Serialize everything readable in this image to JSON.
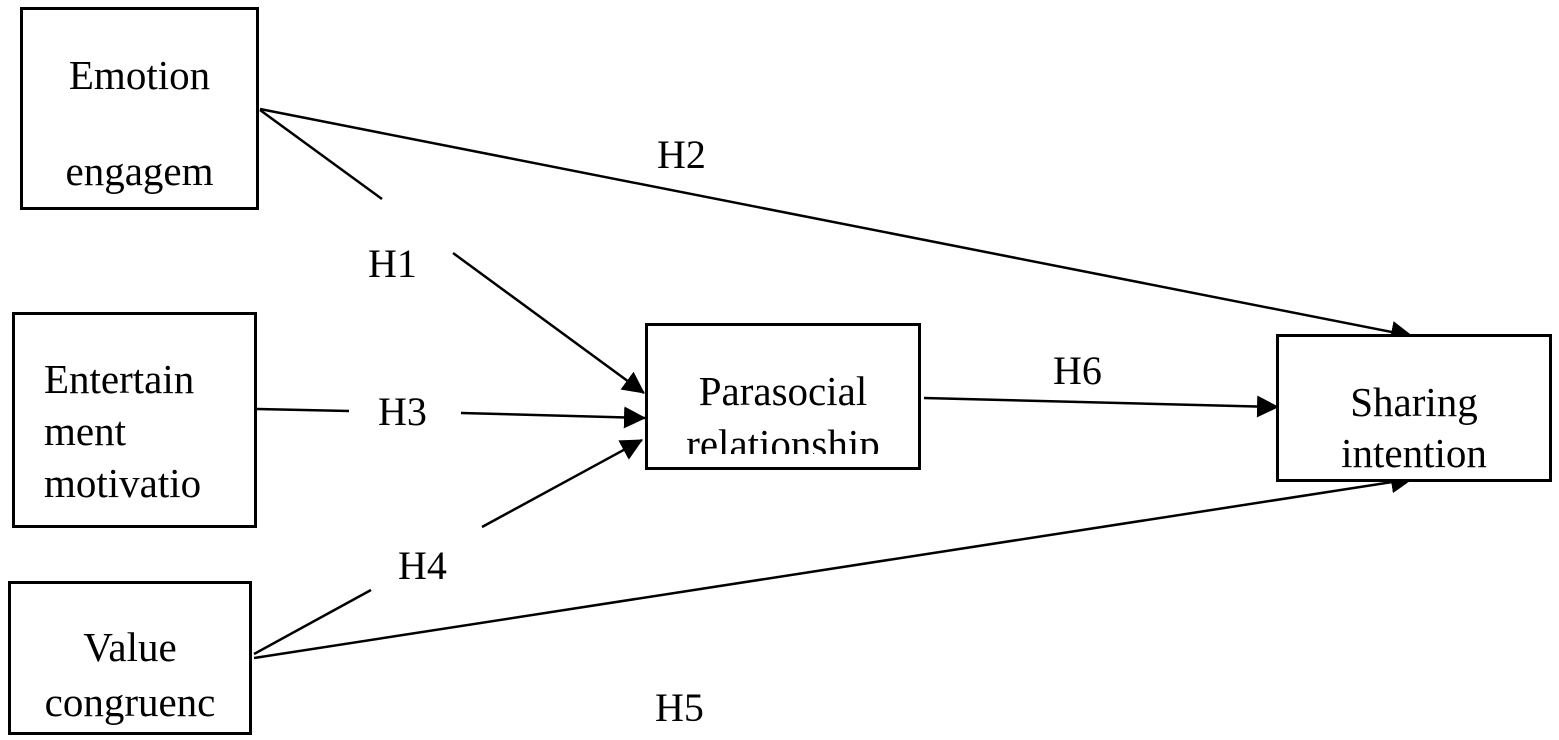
{
  "constructs": {
    "emotion": {
      "line1": "Emotion",
      "line2": "engagem"
    },
    "entertainment": {
      "line1": "Entertain",
      "line2": "ment",
      "line3": "motivatio"
    },
    "value": {
      "line1": "Value",
      "line2": "congruenc"
    },
    "parasocial": {
      "line1": "Parasocial",
      "line2": "relationship"
    },
    "sharing": {
      "line1": "Sharing",
      "line2": "intention"
    }
  },
  "hypotheses": {
    "h1": "H1",
    "h2": "H2",
    "h3": "H3",
    "h4": "H4",
    "h5": "H5",
    "h6": "H6"
  },
  "colors": {
    "stroke": "#000000",
    "background": "#ffffff"
  }
}
